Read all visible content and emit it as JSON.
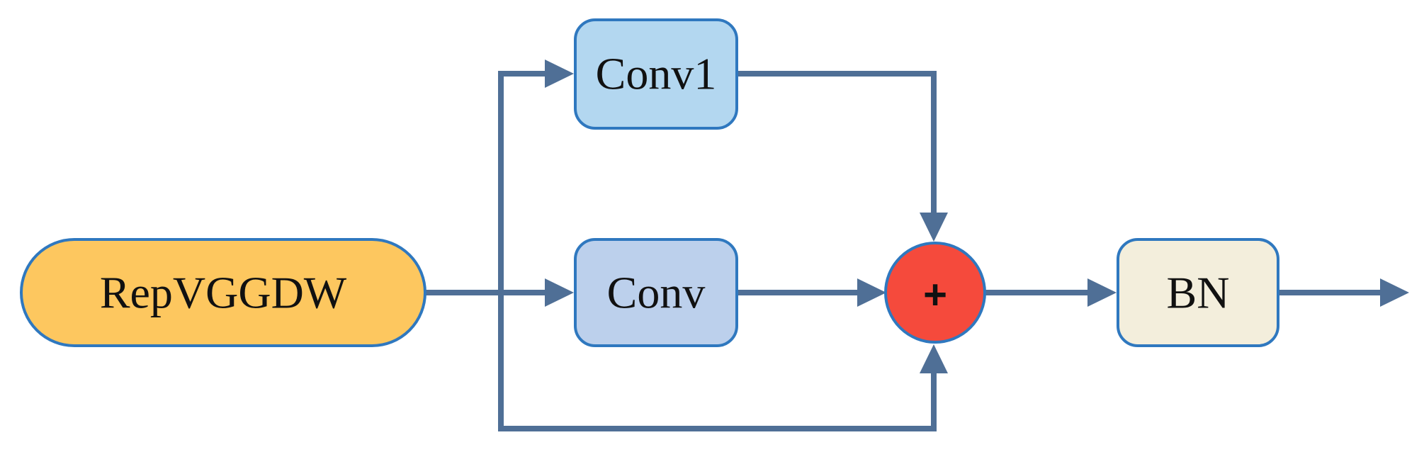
{
  "nodes": {
    "input": {
      "label": "RepVGGDW",
      "fill": "#fdc75f"
    },
    "conv1": {
      "label": "Conv1",
      "fill": "#b3d7f0"
    },
    "conv": {
      "label": "Conv",
      "fill": "#bcd0ec"
    },
    "add": {
      "label": "+",
      "fill": "#f54a3c"
    },
    "bn": {
      "label": "BN",
      "fill": "#f3eedc"
    }
  },
  "colors": {
    "wire": "#4f6f96",
    "box_border": "#2f78bf"
  }
}
